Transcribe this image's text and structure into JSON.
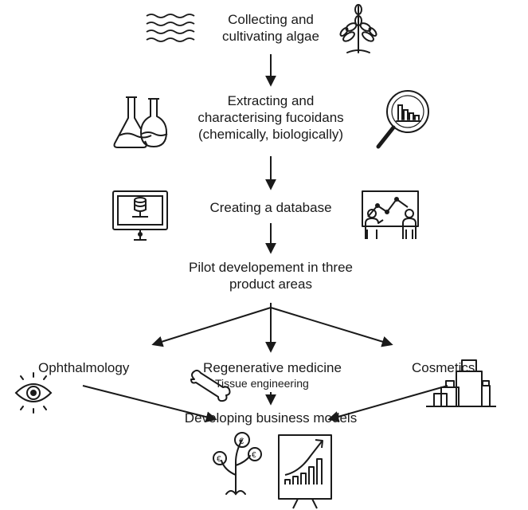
{
  "steps": {
    "collecting": [
      "Collecting and",
      "cultivating algae"
    ],
    "extracting": [
      "Extracting and",
      "characterising fucoidans",
      "(chemically, biologically)"
    ],
    "database": "Creating a database",
    "pilot": [
      "Pilot developement in three",
      "product areas"
    ],
    "developing": "Developing business models"
  },
  "areas": {
    "ophthalmology": "Ophthalmology",
    "regenerative": "Regenerative medicine",
    "tissue": "Tissue engineering",
    "cosmetics": "Cosmetics"
  },
  "colors": {
    "ink": "#1a1a1a",
    "background": "#ffffff"
  },
  "icons": [
    "waves-icon",
    "seaweed-icon",
    "lab-flasks-icon",
    "magnifier-chart-icon",
    "monitor-database-icon",
    "presentation-board-icon",
    "eye-icon",
    "bone-icon",
    "cosmetic-bottles-icon",
    "money-plant-icon",
    "growth-chart-icon"
  ]
}
